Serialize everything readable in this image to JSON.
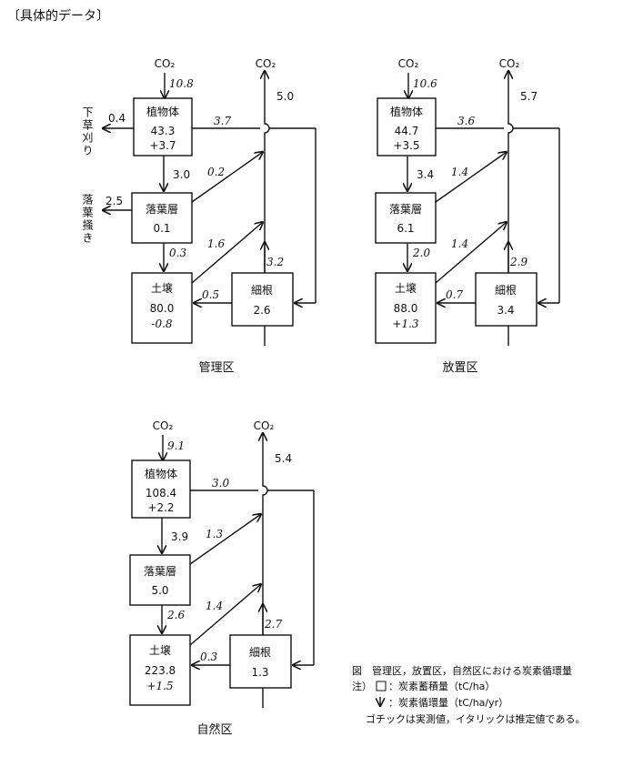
{
  "heading": "〔具体的データ〕",
  "co2_label": "CO₂",
  "box_labels": {
    "plant": "植物体",
    "litter": "落葉層",
    "soil": "土壌",
    "roots": "細根"
  },
  "panels": [
    {
      "id": "managed",
      "title": "管理区",
      "plant_stock": "43.3",
      "plant_change": "+3.7",
      "litter_stock": "0.1",
      "soil_stock": "80.0",
      "soil_change": "-0.8",
      "roots_stock": "2.6",
      "flux_in": "10.8",
      "flux_up": "5.0",
      "flux_plant_to_root": "3.7",
      "flux_plant_to_litter": "3.0",
      "flux_litter_to_up": "0.2",
      "flux_litter_to_soil": "0.3",
      "flux_soil_to_up": "1.6",
      "flux_root_to_up": "3.2",
      "flux_root_to_soil": "0.5",
      "removal_plant": "0.4",
      "removal_plant_label": "下草刈り",
      "removal_litter": "2.5",
      "removal_litter_label": "落葉掻き"
    },
    {
      "id": "abandoned",
      "title": "放置区",
      "plant_stock": "44.7",
      "plant_change": "+3.5",
      "litter_stock": "6.1",
      "soil_stock": "88.0",
      "soil_change": "+1.3",
      "roots_stock": "3.4",
      "flux_in": "10.6",
      "flux_up": "5.7",
      "flux_plant_to_root": "3.6",
      "flux_plant_to_litter": "3.4",
      "flux_litter_to_up": "1.4",
      "flux_litter_to_soil": "2.0",
      "flux_soil_to_up": "1.4",
      "flux_root_to_up": "2.9",
      "flux_root_to_soil": "0.7"
    },
    {
      "id": "natural",
      "title": "自然区",
      "plant_stock": "108.4",
      "plant_change": "+2.2",
      "litter_stock": "5.0",
      "soil_stock": "223.8",
      "soil_change": "+1.5",
      "roots_stock": "1.3",
      "flux_in": "9.1",
      "flux_up": "5.4",
      "flux_plant_to_root": "3.0",
      "flux_plant_to_litter": "3.9",
      "flux_litter_to_up": "1.3",
      "flux_litter_to_soil": "2.6",
      "flux_soil_to_up": "1.4",
      "flux_root_to_up": "2.7",
      "flux_root_to_soil": "0.3"
    }
  ],
  "caption": {
    "figure_title": "図　管理区，放置区，自然区における炭素循環量",
    "note_prefix": "注）",
    "legend_box": "：炭素蓄積量（tC/ha）",
    "legend_arrow": "：炭素循環量（tC/ha/yr）",
    "note_fonts": "ゴチックは実測値，イタリックは推定値である。"
  }
}
